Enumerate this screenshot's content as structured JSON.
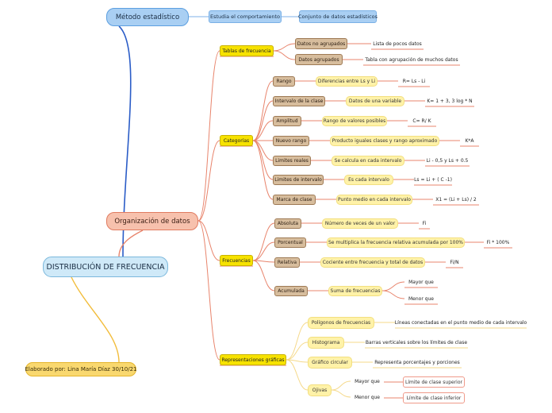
{
  "root": "DISTRIBUCIÓN DE FRECUENCIA",
  "metodo": {
    "title": "Método estadístico",
    "items": [
      "Estudia el comportamiento",
      "Conjunto de datos estadísticos"
    ]
  },
  "organizacion": {
    "title": "Organización de datos",
    "tablas": {
      "label": "Tablas de frecuencia",
      "items": [
        {
          "name": "Datos no agrupados",
          "desc": "Lista de pocos datos"
        },
        {
          "name": "Datos agrupados",
          "desc": "Tabla con agrupación de muchos datos"
        }
      ]
    },
    "categorias": {
      "label": "Categorías",
      "items": [
        {
          "name": "Rango",
          "desc": "Diferencias entre Ls y Li",
          "formula": "R= Ls - Li"
        },
        {
          "name": "Intervalo de la clase",
          "desc": "Datos de una variable",
          "formula": "K= 1 + 3, 3 log * N"
        },
        {
          "name": "Amplitud",
          "desc": "Rango de valores posibles",
          "formula": "C= R/ K"
        },
        {
          "name": "Nuevo rango",
          "desc": "Producto iguales clases y rango aproximado",
          "formula": "K*A"
        },
        {
          "name": "Limites reales",
          "desc": "Se calcula en cada intervalo",
          "formula": "Li - 0,5 y Ls + 0.5"
        },
        {
          "name": "Limites de intervalo",
          "desc": "Es cada intervalo",
          "formula": "Ls = Li + ( C -1)"
        },
        {
          "name": "Marca de clase",
          "desc": "Punto medio en cada intervalo",
          "formula": "X1 = (Li + Ls) / 2"
        }
      ]
    },
    "frecuencias": {
      "label": "Frecuencias",
      "items": [
        {
          "name": "Absoluta",
          "desc": "Número de veces de un valor",
          "formula": "Fi"
        },
        {
          "name": "Porcentual",
          "desc": "Se multiplica la frecuencia relativa acumulada por 100%",
          "formula": "Fi * 100%"
        },
        {
          "name": "Relativa",
          "desc": "Cociente entre frecuencia y total de datos",
          "formula": "Fi/N"
        },
        {
          "name": "Acumulada",
          "desc": "Suma de frecuencias",
          "subs": [
            "Mayor que",
            "Menor que"
          ]
        }
      ]
    },
    "representaciones": {
      "label": "Representaciones gráficas",
      "items": [
        {
          "name": "Polígonos de frecuencias",
          "desc": "Líneas conectadas en el punto medio de cada intervalo"
        },
        {
          "name": "Histograma",
          "desc": "Barras verticales sobre los límites de clase"
        },
        {
          "name": "Gráfico circular",
          "desc": "Representa porcentajes y porciones"
        },
        {
          "name": "Ojivas",
          "subs": [
            {
              "name": "Mayor que",
              "desc": "Límite de clase superior"
            },
            {
              "name": "Menor que",
              "desc": "Límite de clase inferior"
            }
          ]
        }
      ]
    }
  },
  "autor": "Elaborado por: Lina María Díaz 30/10/21",
  "colors": {
    "blue_line": "#2a5cc7",
    "light_blue_line": "#7fb2ea",
    "red_line": "#e8846c",
    "yellow_line": "#f2bc3a",
    "pale_line": "#f5d98a",
    "root_fill": "#cfe9f8",
    "main_blue": "#a9cff3",
    "main_red": "#f7c1ad",
    "gold": "#f7e200",
    "tan": "#d7bd9d",
    "cream": "#fff2a8"
  }
}
